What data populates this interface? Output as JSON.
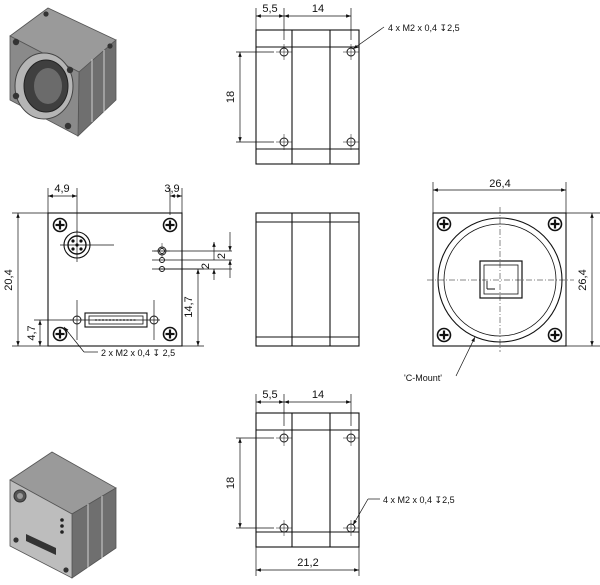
{
  "dimensions": {
    "top_5_5": "5,5",
    "top_14": "14",
    "top_18": "18",
    "left_4_9": "4,9",
    "left_3_9": "3,9",
    "left_20_4": "20,4",
    "left_4_7": "4,7",
    "left_14_7": "14,7",
    "left_2a": "2",
    "left_2b": "2",
    "right_26_4_w": "26,4",
    "right_26_4_h": "26,4",
    "bottom_5_5": "5,5",
    "bottom_14": "14",
    "bottom_18": "18",
    "bottom_21_2": "21,2"
  },
  "callouts": {
    "top_holes": "4 x  M2  x 0,4 ↧2,5",
    "rear_holes": "2 x  M2  x 0,4 ↧ 2,5",
    "bottom_holes": "4 x  M2  x 0,4 ↧2,5",
    "c_mount": "'C-Mount'"
  }
}
